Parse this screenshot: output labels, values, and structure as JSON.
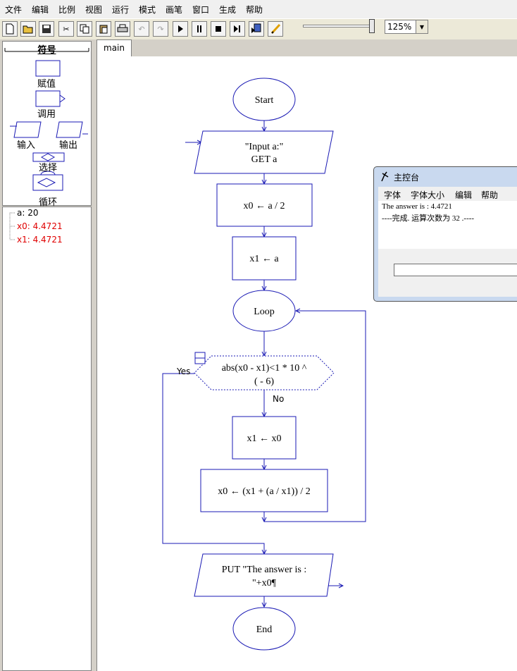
{
  "menu": [
    "文件",
    "编辑",
    "比例",
    "视图",
    "运行",
    "模式",
    "画笔",
    "窗口",
    "生成",
    "帮助"
  ],
  "toolbar": {
    "zoom": "125%",
    "zoom_slider_fraction": 0.98,
    "buttons": [
      "new-icon",
      "open-icon",
      "save-icon",
      "cut-icon",
      "copy-icon",
      "paste-icon",
      "print-icon",
      "undo-icon",
      "redo-icon",
      "run-icon",
      "pause-icon",
      "stop-icon",
      "step-icon",
      "run-to-icon",
      "pen-icon"
    ]
  },
  "symbols": {
    "title": "符号",
    "items": [
      "赋值",
      "调用",
      "输入",
      "输出",
      "选择",
      "循环"
    ]
  },
  "variables": [
    {
      "text": "a: 20",
      "color": "#000000"
    },
    {
      "text": "x0: 4.4721",
      "color": "#e00000"
    },
    {
      "text": "x1: 4.4721",
      "color": "#e00000"
    }
  ],
  "tab": "main",
  "flowchart": {
    "start": "Start",
    "input_line1": "\"Input a:\"",
    "input_line2": "GET a",
    "assign1": "x0 ← a / 2",
    "assign2": "x1 ← a",
    "loop": "Loop",
    "decision_line1": "abs(x0 - x1)<1 * 10 ^",
    "decision_line2": "( - 6)",
    "yes": "Yes",
    "no": "No",
    "assign3": "x1 ← x0",
    "assign4": "x0 ← (x1 + (a / x1)) / 2",
    "output_line1": "PUT \"The answer is :",
    "output_line2": "\"+x0¶",
    "end": "End"
  },
  "console": {
    "title": "主控台",
    "menu": [
      "字体",
      "字体大小",
      "编辑",
      "帮助"
    ],
    "lines": [
      "The answer is : 4.4721",
      "----完成. 运算次数为 32 .----"
    ]
  },
  "colors": {
    "flow": "#1a1ab4",
    "accent_red": "#e00000"
  }
}
